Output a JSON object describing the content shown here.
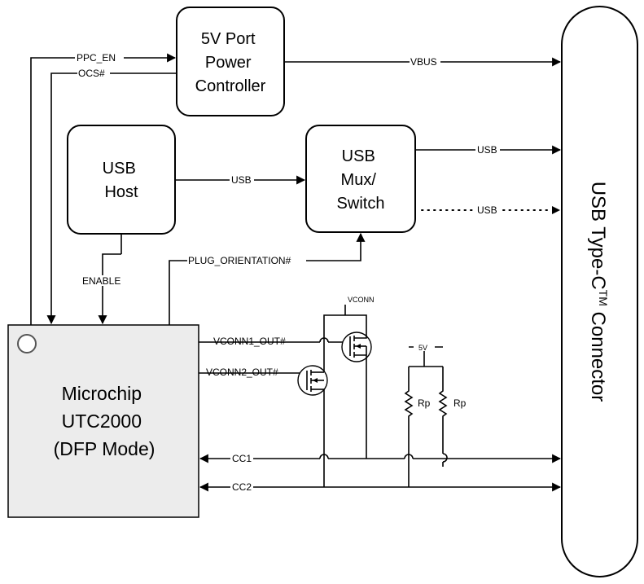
{
  "blocks": {
    "port_power": [
      "5V Port",
      "Power",
      "Controller"
    ],
    "usb_host": [
      "USB",
      "Host"
    ],
    "usb_mux": [
      "USB",
      "Mux/",
      "Switch"
    ],
    "chip": [
      "Microchip",
      "UTC2000",
      "(DFP Mode)"
    ],
    "connector": {
      "main": "USB Type-C",
      "sup": "TM",
      "tail": " Connector"
    }
  },
  "signals": {
    "ppc_en": "PPC_EN",
    "ocs": "OCS#",
    "vbus": "VBUS",
    "usb_host_mux": "USB",
    "usb_out1": "USB",
    "usb_out2": "USB",
    "enable": "ENABLE",
    "plug_orientation": "PLUG_ORIENTATION#",
    "vconn1_out": "VCONN1_OUT#",
    "vconn2_out": "VCONN2_OUT#",
    "vconn": "VCONN",
    "five_v": "5V",
    "rp1": "Rp",
    "rp2": "Rp",
    "cc1": "CC1",
    "cc2": "CC2"
  }
}
